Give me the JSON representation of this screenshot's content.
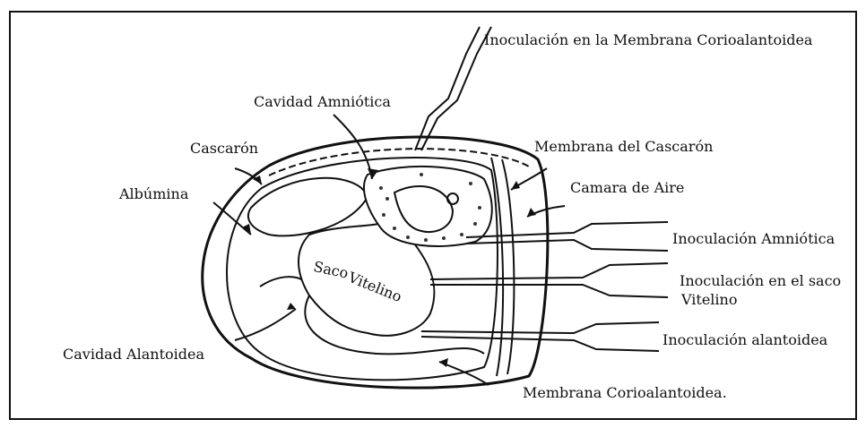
{
  "diagram": {
    "labels": {
      "cam_inoculation": "Inoculación en la Membrana Corioalantoidea",
      "amniotic_cavity": "Cavidad Amniótica",
      "shell": "Cascarón",
      "shell_membrane": "Membrana del Cascarón",
      "albumin": "Albúmina",
      "air_chamber": "Camara de Aire",
      "amniotic_inoculation": "Inoculación  Amniótica",
      "yolk_inoculation_line1": "Inoculación en el saco",
      "yolk_inoculation_line2": "Vitelino",
      "yolk_sac_line1": "Saco",
      "yolk_sac_line2": "Vitelino",
      "allantoic_cavity": "Cavidad Alantoidea",
      "allantoic_inoculation": "Inoculación alantoidea",
      "cam_membrane": "Membrana Corioalantoidea."
    }
  }
}
